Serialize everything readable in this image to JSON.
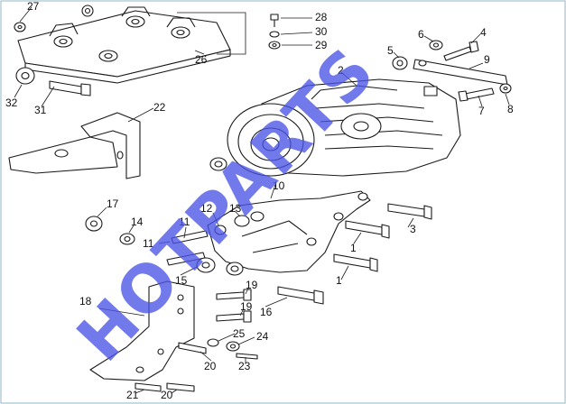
{
  "labels": {
    "l1a": "1",
    "l1b": "1",
    "l2": "2",
    "l3": "3",
    "l4": "4",
    "l5": "5",
    "l6": "6",
    "l7": "7",
    "l8": "8",
    "l9": "9",
    "l10": "10",
    "l11a": "11",
    "l11b": "11",
    "l12": "12",
    "l13": "13",
    "l14": "14",
    "l15": "15",
    "l16": "16",
    "l17": "17",
    "l18": "18",
    "l19a": "19",
    "l19b": "19",
    "l20a": "20",
    "l20b": "20",
    "l21": "21",
    "l22": "22",
    "l23": "23",
    "l24": "24",
    "l25": "25",
    "l26": "26",
    "l27": "27",
    "l28": "28",
    "l29": "29",
    "l30": "30",
    "l31": "31",
    "l32": "32"
  },
  "watermark": {
    "text": "HOTPARTS",
    "color": "#4a54e6"
  },
  "colors": {
    "line": "#1a1a1a",
    "border": "#8fb7c9"
  }
}
